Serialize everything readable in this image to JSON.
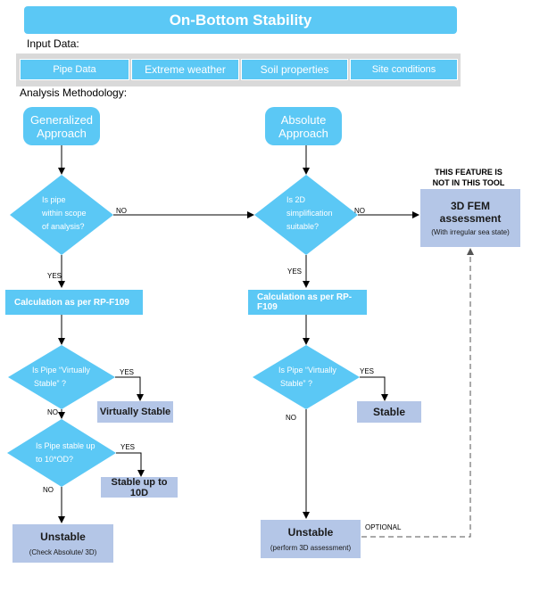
{
  "title": "On-Bottom Stability",
  "input_label": "Input Data:",
  "input_tabs": [
    "Pipe Data",
    "Extreme weather",
    "Soil properties",
    "Site conditions"
  ],
  "analysis_label": "Analysis Methodology:",
  "generalized": {
    "start_line1": "Generalized",
    "start_line2": "Approach",
    "scope_q": [
      "Is pipe",
      "within scope",
      "of analysis?"
    ],
    "calc": "Calculation as per RP-F109",
    "virtual_q": [
      "Is Pipe “Virtually",
      "Stable” ?"
    ],
    "virtual_result": "Virtually Stable",
    "tenod_q": [
      "Is Pipe stable up",
      "to 10*OD?"
    ],
    "tenod_result": "Stable up to 10D",
    "unstable_title": "Unstable",
    "unstable_sub": "(Check Absolute/ 3D)"
  },
  "absolute": {
    "start_line1": "Absolute",
    "start_line2": "Approach",
    "sim_q": [
      "Is 2D",
      "simplification",
      "suitable?"
    ],
    "calc": "Calculation as per RP-F109",
    "virtual_q": [
      "Is Pipe “Virtually",
      "Stable” ?"
    ],
    "stable_result": "Stable",
    "unstable_title": "Unstable",
    "unstable_sub": "(perform 3D assessment)"
  },
  "fem": {
    "note_line1": "THIS FEATURE IS",
    "note_line2": "NOT IN THIS TOOL",
    "title_line1": "3D FEM",
    "title_line2": "assessment",
    "sub": "(With irregular sea state)"
  },
  "edges": {
    "no1": "NO",
    "no2": "NO",
    "yes1": "YES",
    "yes2": "YES",
    "yes3": "YES",
    "no3": "NO",
    "yes4": "YES",
    "no4": "NO",
    "yes5": "YES",
    "no5": "NO",
    "optional": "OPTIONAL"
  },
  "colors": {
    "accent": "#5bc8f5",
    "result_fill": "#b4c6e7",
    "strip": "#d9d9d9"
  }
}
